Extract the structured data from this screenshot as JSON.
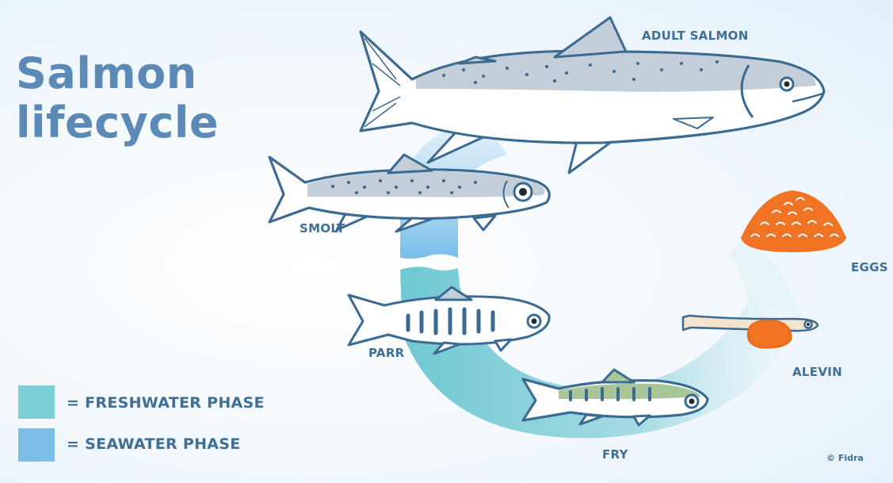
{
  "title": {
    "line1": "Salmon",
    "line2": "lifecycle"
  },
  "stages": {
    "adult": "ADULT SALMON",
    "smolt": "SMOLT",
    "eggs": "EGGS",
    "parr": "PARR",
    "alevin": "ALEVIN",
    "fry": "FRY"
  },
  "legend": {
    "freshwater": {
      "label": "= FRESHWATER PHASE",
      "color": "#7ccfd4"
    },
    "seawater": {
      "label": "= SEAWATER PHASE",
      "color": "#7bbfe6"
    }
  },
  "credit": "© Fidra",
  "colors": {
    "title": "#5b8ab6",
    "outline": "#3b6a93",
    "fish_back": "#c3ced9",
    "fish_belly": "#ffffff",
    "egg_orange": "#f07423",
    "fry_green": "#a9c59a"
  }
}
